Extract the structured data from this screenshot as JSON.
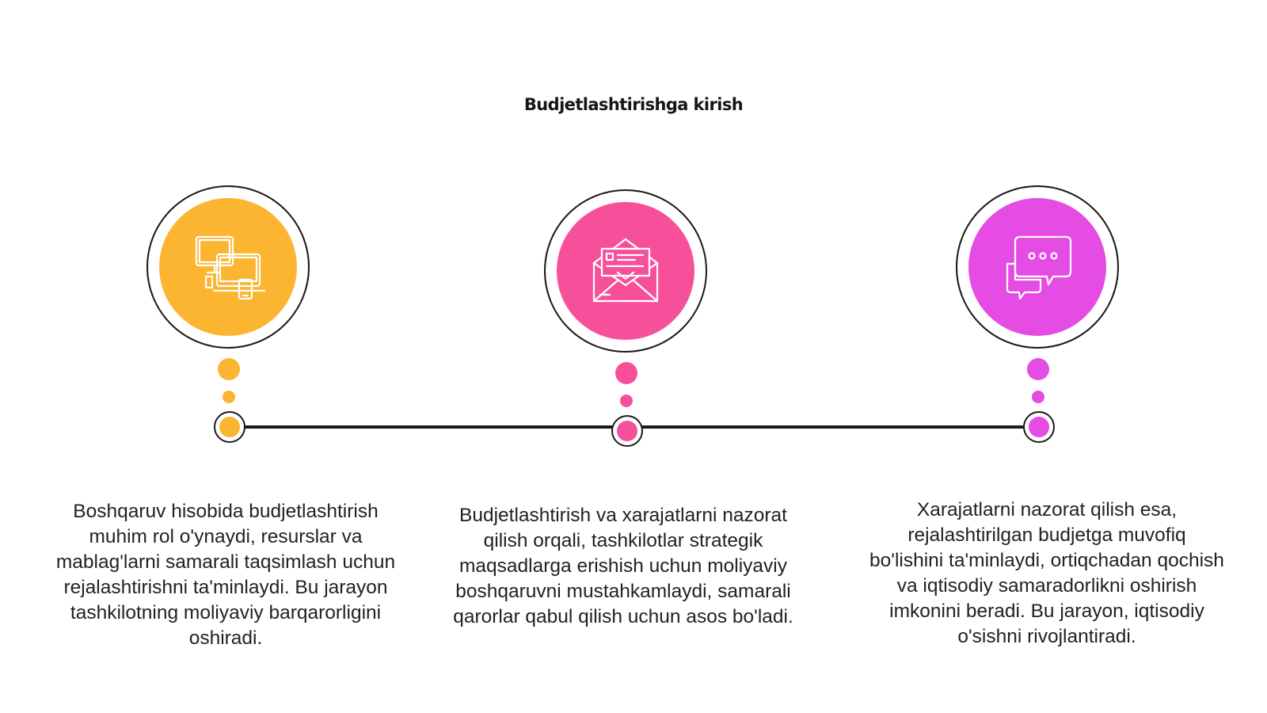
{
  "title": "Budjetlashtirishga kirish",
  "colors": {
    "line": "#1a1a1a",
    "background": "#ffffff"
  },
  "steps": [
    {
      "icon": "devices-icon",
      "color": "#fbb531",
      "text": "Boshqaruv hisobida budjetlashtirish muhim rol o'ynaydi, resurslar va mablag'larni samarali taqsimlash uchun rejalashtirishni ta'minlaydi. Bu jarayon tashkilotning moliyaviy barqarorligini oshiradi."
    },
    {
      "icon": "envelope-letter-icon",
      "color": "#f7509a",
      "text": "Budjetlashtirish va xarajatlarni nazorat qilish orqali, tashkilotlar strategik maqsadlarga erishish uchun moliyaviy boshqaruvni mustahkamlaydi, samarali qarorlar qabul qilish uchun asos bo'ladi."
    },
    {
      "icon": "chat-bubbles-icon",
      "color": "#e44ce3",
      "text": "Xarajatlarni nazorat qilish esa, rejalashtirilgan budjetga muvofiq bo'lishini ta'minlaydi, ortiqchadan qochish va iqtisodiy samaradorlikni oshirish imkonini beradi. Bu jarayon, iqtisodiy o'sishni rivojlantiradi."
    }
  ]
}
